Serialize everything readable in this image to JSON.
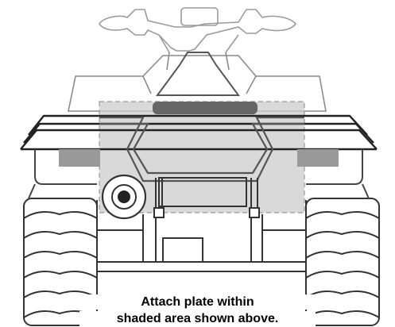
{
  "figure": {
    "subject": "ATV rear view",
    "caption_line1": "Attach plate within",
    "caption_line2": "shaded area shown above.",
    "colors": {
      "shaded_area": "#cccccc",
      "dark_bar": "#666666",
      "lens": "#999999",
      "outline": "#555555"
    }
  }
}
